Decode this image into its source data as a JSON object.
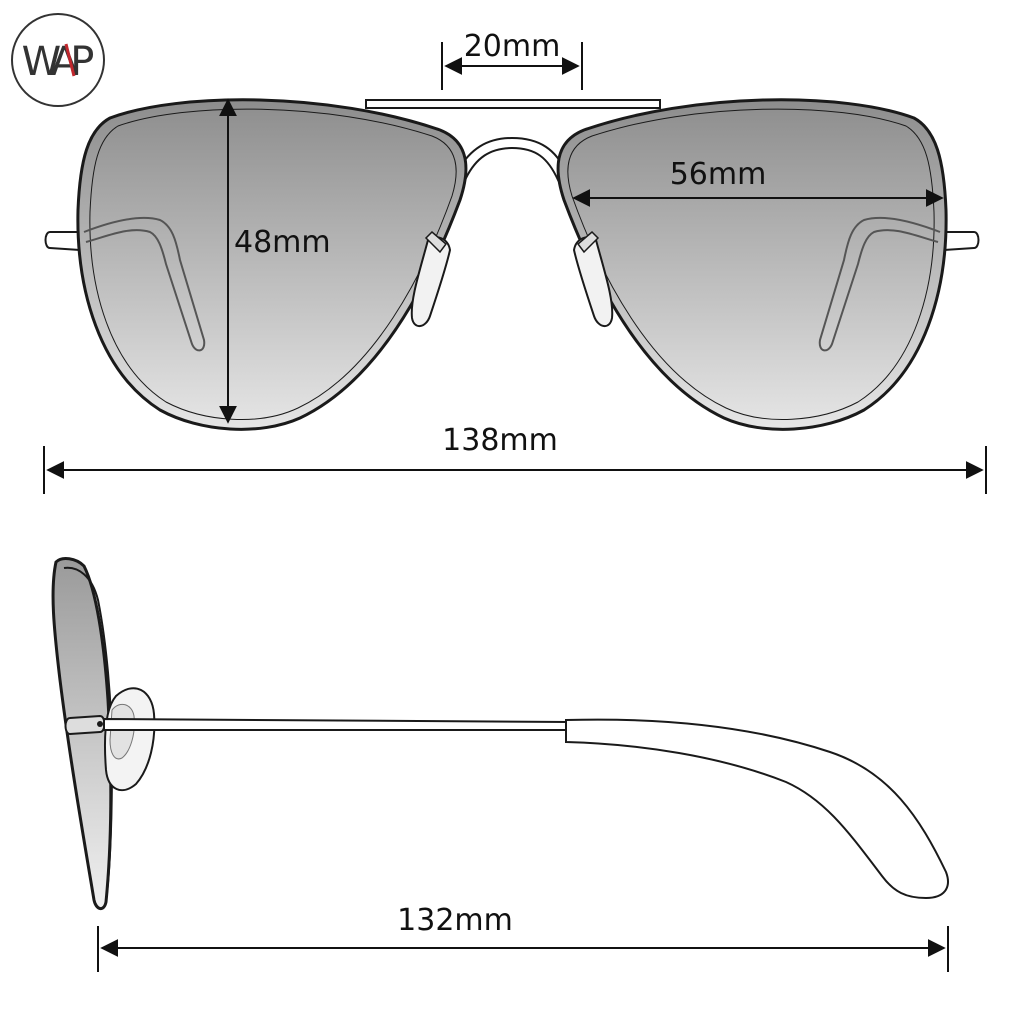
{
  "logo": {
    "text_prefix": "WA",
    "text_suffix": "P",
    "circle_color": "#333333",
    "accent_color": "#c0272d"
  },
  "front_view": {
    "bridge_width": "20mm",
    "lens_width": "56mm",
    "lens_height": "48mm",
    "total_width": "138mm"
  },
  "side_view": {
    "temple_length": "132mm"
  },
  "colors": {
    "outline": "#1a1a1a",
    "lens_top": "#8d8d8d",
    "lens_bottom": "#e4e4e4"
  }
}
